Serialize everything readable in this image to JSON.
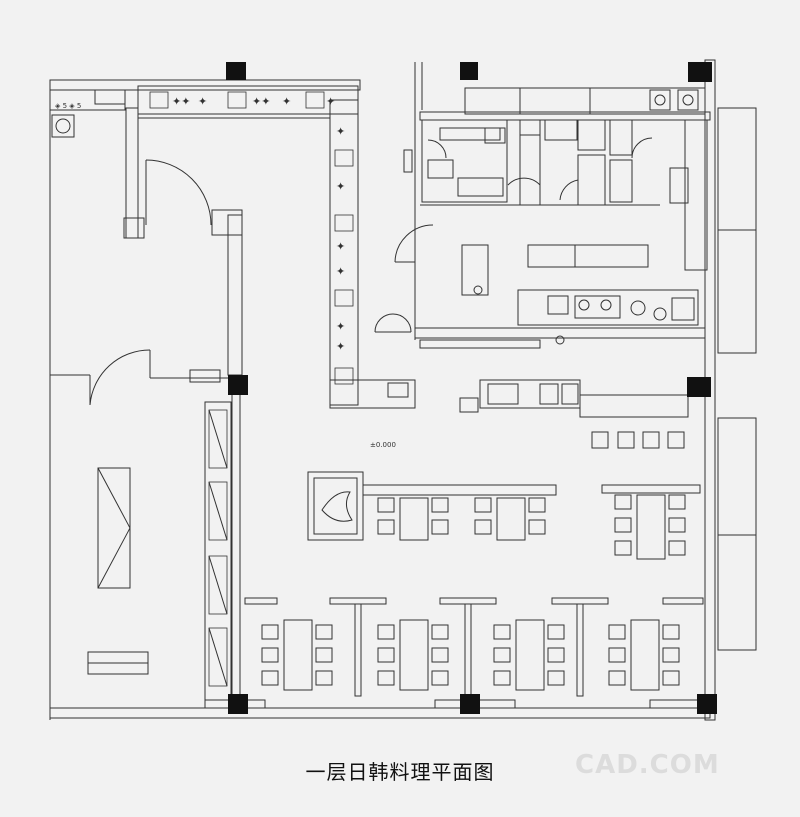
{
  "caption": "一层日韩料理平面图",
  "watermark": "CAD.COM",
  "elevation_mark": "±0.000",
  "colors": {
    "wall": "#111111",
    "line": "#333333",
    "paper": "#f2f2f2"
  }
}
